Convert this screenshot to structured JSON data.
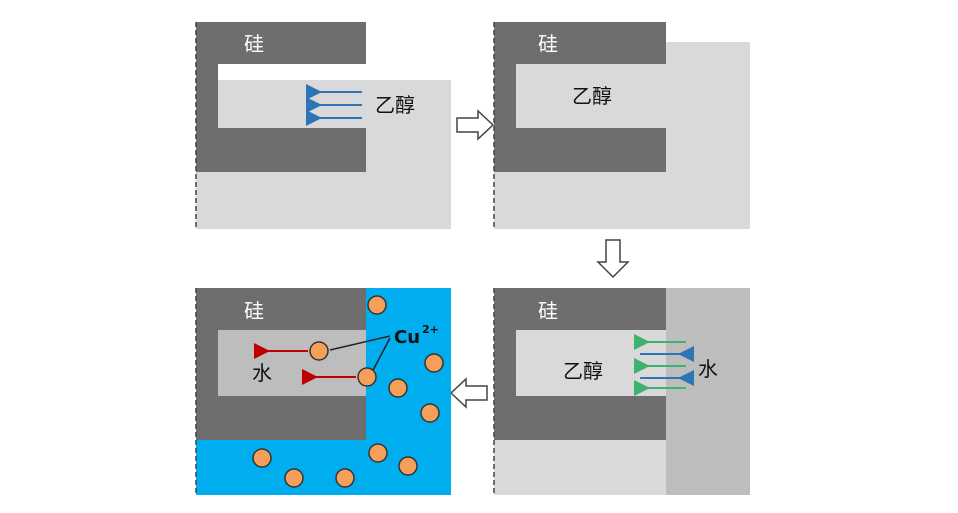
{
  "labels": {
    "silicon": "硅",
    "ethanol": "乙醇",
    "water": "水",
    "copper_ion": "Cu",
    "copper_charge": "2+"
  },
  "colors": {
    "silicon": "#6e6e6e",
    "liquid_light": "#d9d9d9",
    "liquid_mid": "#bdbdbd",
    "solution_blue": "#00aeef",
    "ion_fill": "#f5a05a",
    "ion_stroke": "#333333",
    "arrow_blue": "#2e75b6",
    "arrow_green": "#3cb371",
    "arrow_red": "#c00000"
  }
}
